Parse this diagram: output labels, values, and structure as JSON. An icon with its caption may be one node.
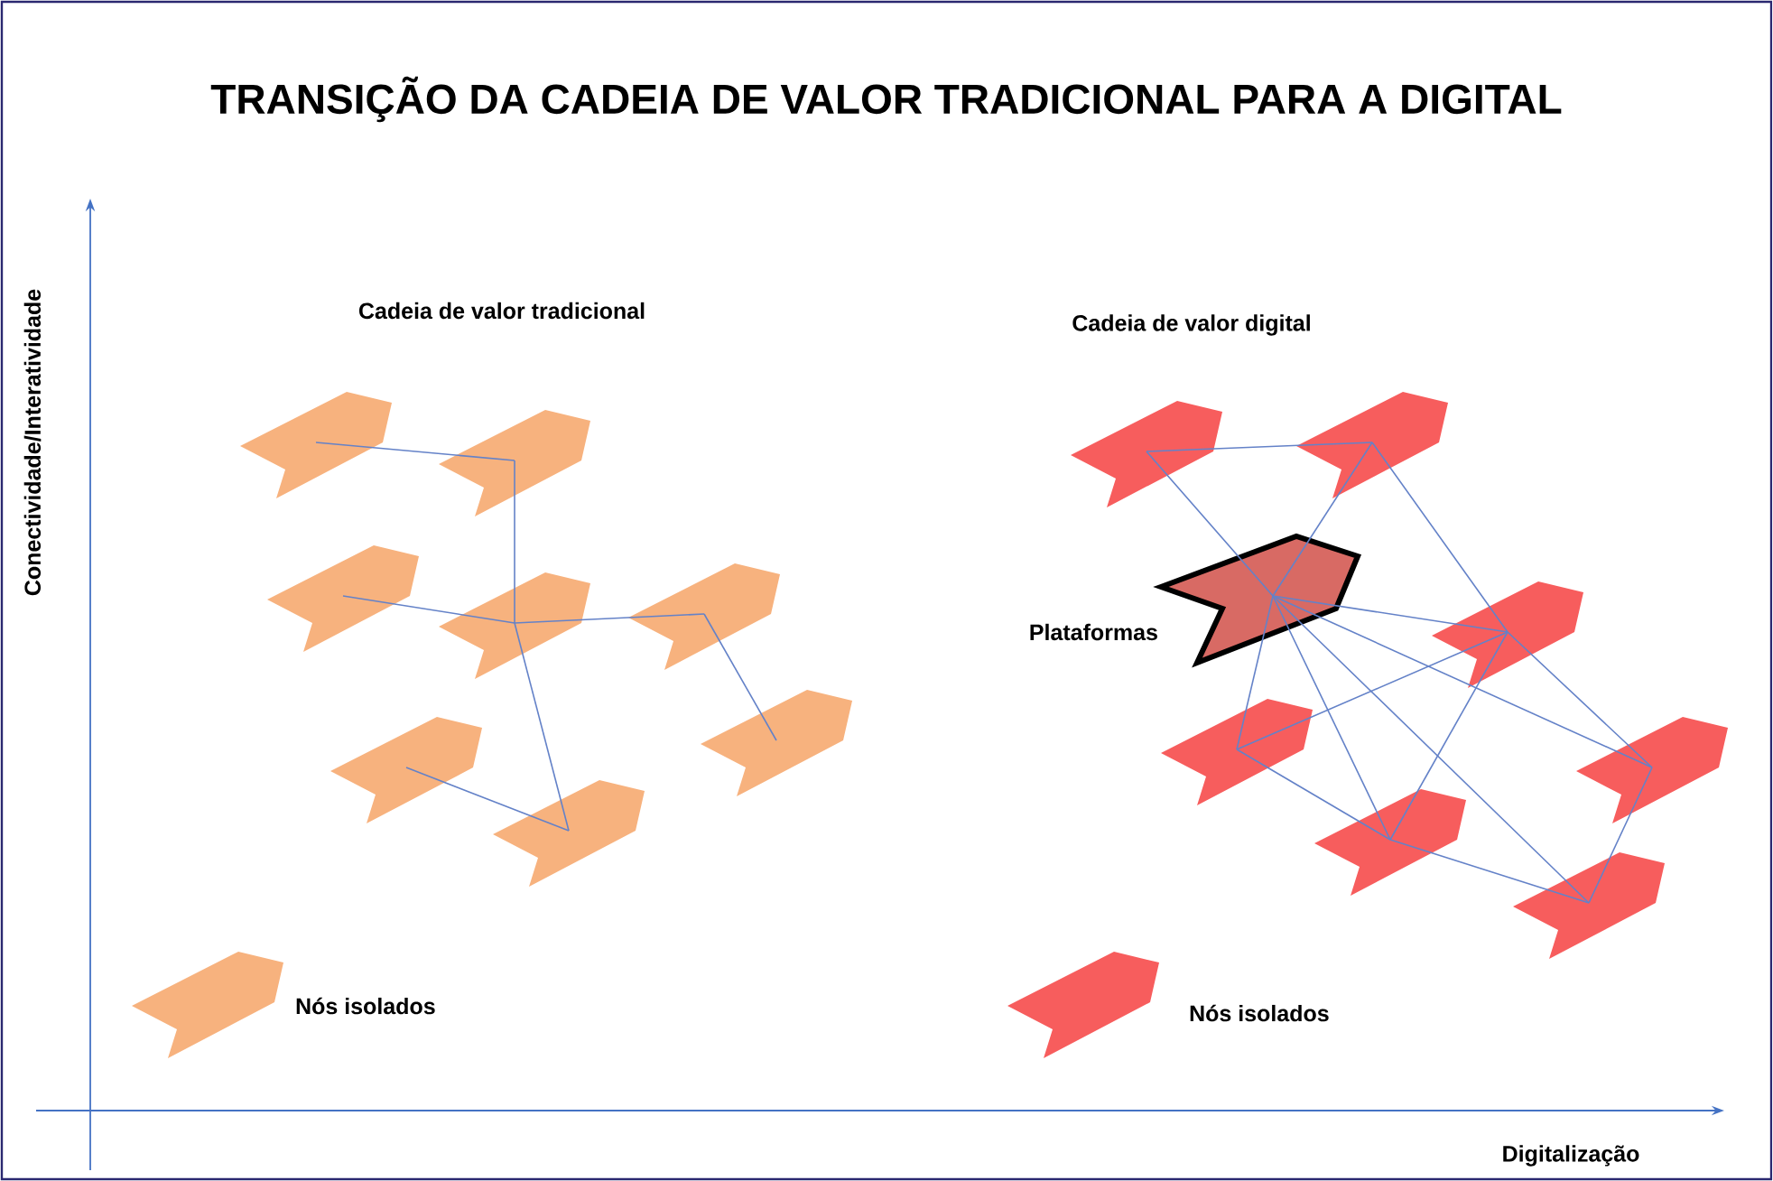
{
  "diagram": {
    "title": "TRANSIÇÃO DA CADEIA DE VALOR TRADICIONAL PARA A DIGITAL",
    "nodes": [
      {
        "text": [],
        "shape": "chevron"
      },
      {
        "text": [],
        "shape": "chevron"
      },
      {
        "text": [],
        "shape": "chevron"
      },
      {
        "text": [],
        "shape": "chevron"
      },
      {
        "text": [],
        "shape": "chevron"
      },
      {
        "text": [],
        "shape": "chevron"
      },
      {
        "text": [],
        "shape": "chevron"
      },
      {
        "text": [],
        "shape": "chevron"
      },
      {
        "text": [],
        "shape": "chevron",
        "beside": [
          "Nós isolados"
        ]
      },
      {
        "text": [],
        "shape": "chevron"
      },
      {
        "text": [],
        "shape": "chevron"
      },
      {
        "text": [],
        "shape": "chevron",
        "beside": [
          "Plataformas"
        ]
      },
      {
        "text": [],
        "shape": "chevron"
      },
      {
        "text": [],
        "shape": "chevron"
      },
      {
        "text": [],
        "shape": "chevron"
      },
      {
        "text": [],
        "shape": "chevron"
      },
      {
        "text": [],
        "shape": "chevron"
      },
      {
        "text": [],
        "shape": "chevron",
        "beside": [
          "Nós isolados"
        ]
      }
    ],
    "edges": [
      {
        "from": 0,
        "to": 1,
        "arrow": "none"
      },
      {
        "from": 1,
        "to": 3,
        "arrow": "none"
      },
      {
        "from": 2,
        "to": 3,
        "arrow": "none"
      },
      {
        "from": 3,
        "to": 4,
        "arrow": "none"
      },
      {
        "from": 4,
        "to": 7,
        "arrow": "none"
      },
      {
        "from": 3,
        "to": 6,
        "arrow": "none"
      },
      {
        "from": 5,
        "to": 6,
        "arrow": "none"
      },
      {
        "from": 9,
        "to": 10,
        "arrow": "none"
      },
      {
        "from": 9,
        "to": 11,
        "arrow": "none"
      },
      {
        "from": 10,
        "to": 11,
        "arrow": "none"
      },
      {
        "from": 10,
        "to": 12,
        "arrow": "none"
      },
      {
        "from": 11,
        "to": 12,
        "arrow": "none"
      },
      {
        "from": 11,
        "to": 13,
        "arrow": "none"
      },
      {
        "from": 11,
        "to": 14,
        "arrow": "none"
      },
      {
        "from": 11,
        "to": 15,
        "arrow": "none"
      },
      {
        "from": 11,
        "to": 16,
        "arrow": "none"
      },
      {
        "from": 12,
        "to": 13,
        "arrow": "none"
      },
      {
        "from": 12,
        "to": 14,
        "arrow": "none"
      },
      {
        "from": 12,
        "to": 15,
        "arrow": "none"
      },
      {
        "from": 13,
        "to": 14,
        "arrow": "none"
      },
      {
        "from": 14,
        "to": 16,
        "arrow": "none"
      },
      {
        "from": 15,
        "to": 16,
        "arrow": "none"
      }
    ],
    "labels": [
      "Conectividade/Interatividade",
      "Cadeia de valor tradicional",
      "Cadeia de valor digital",
      "Digitalização"
    ]
  }
}
